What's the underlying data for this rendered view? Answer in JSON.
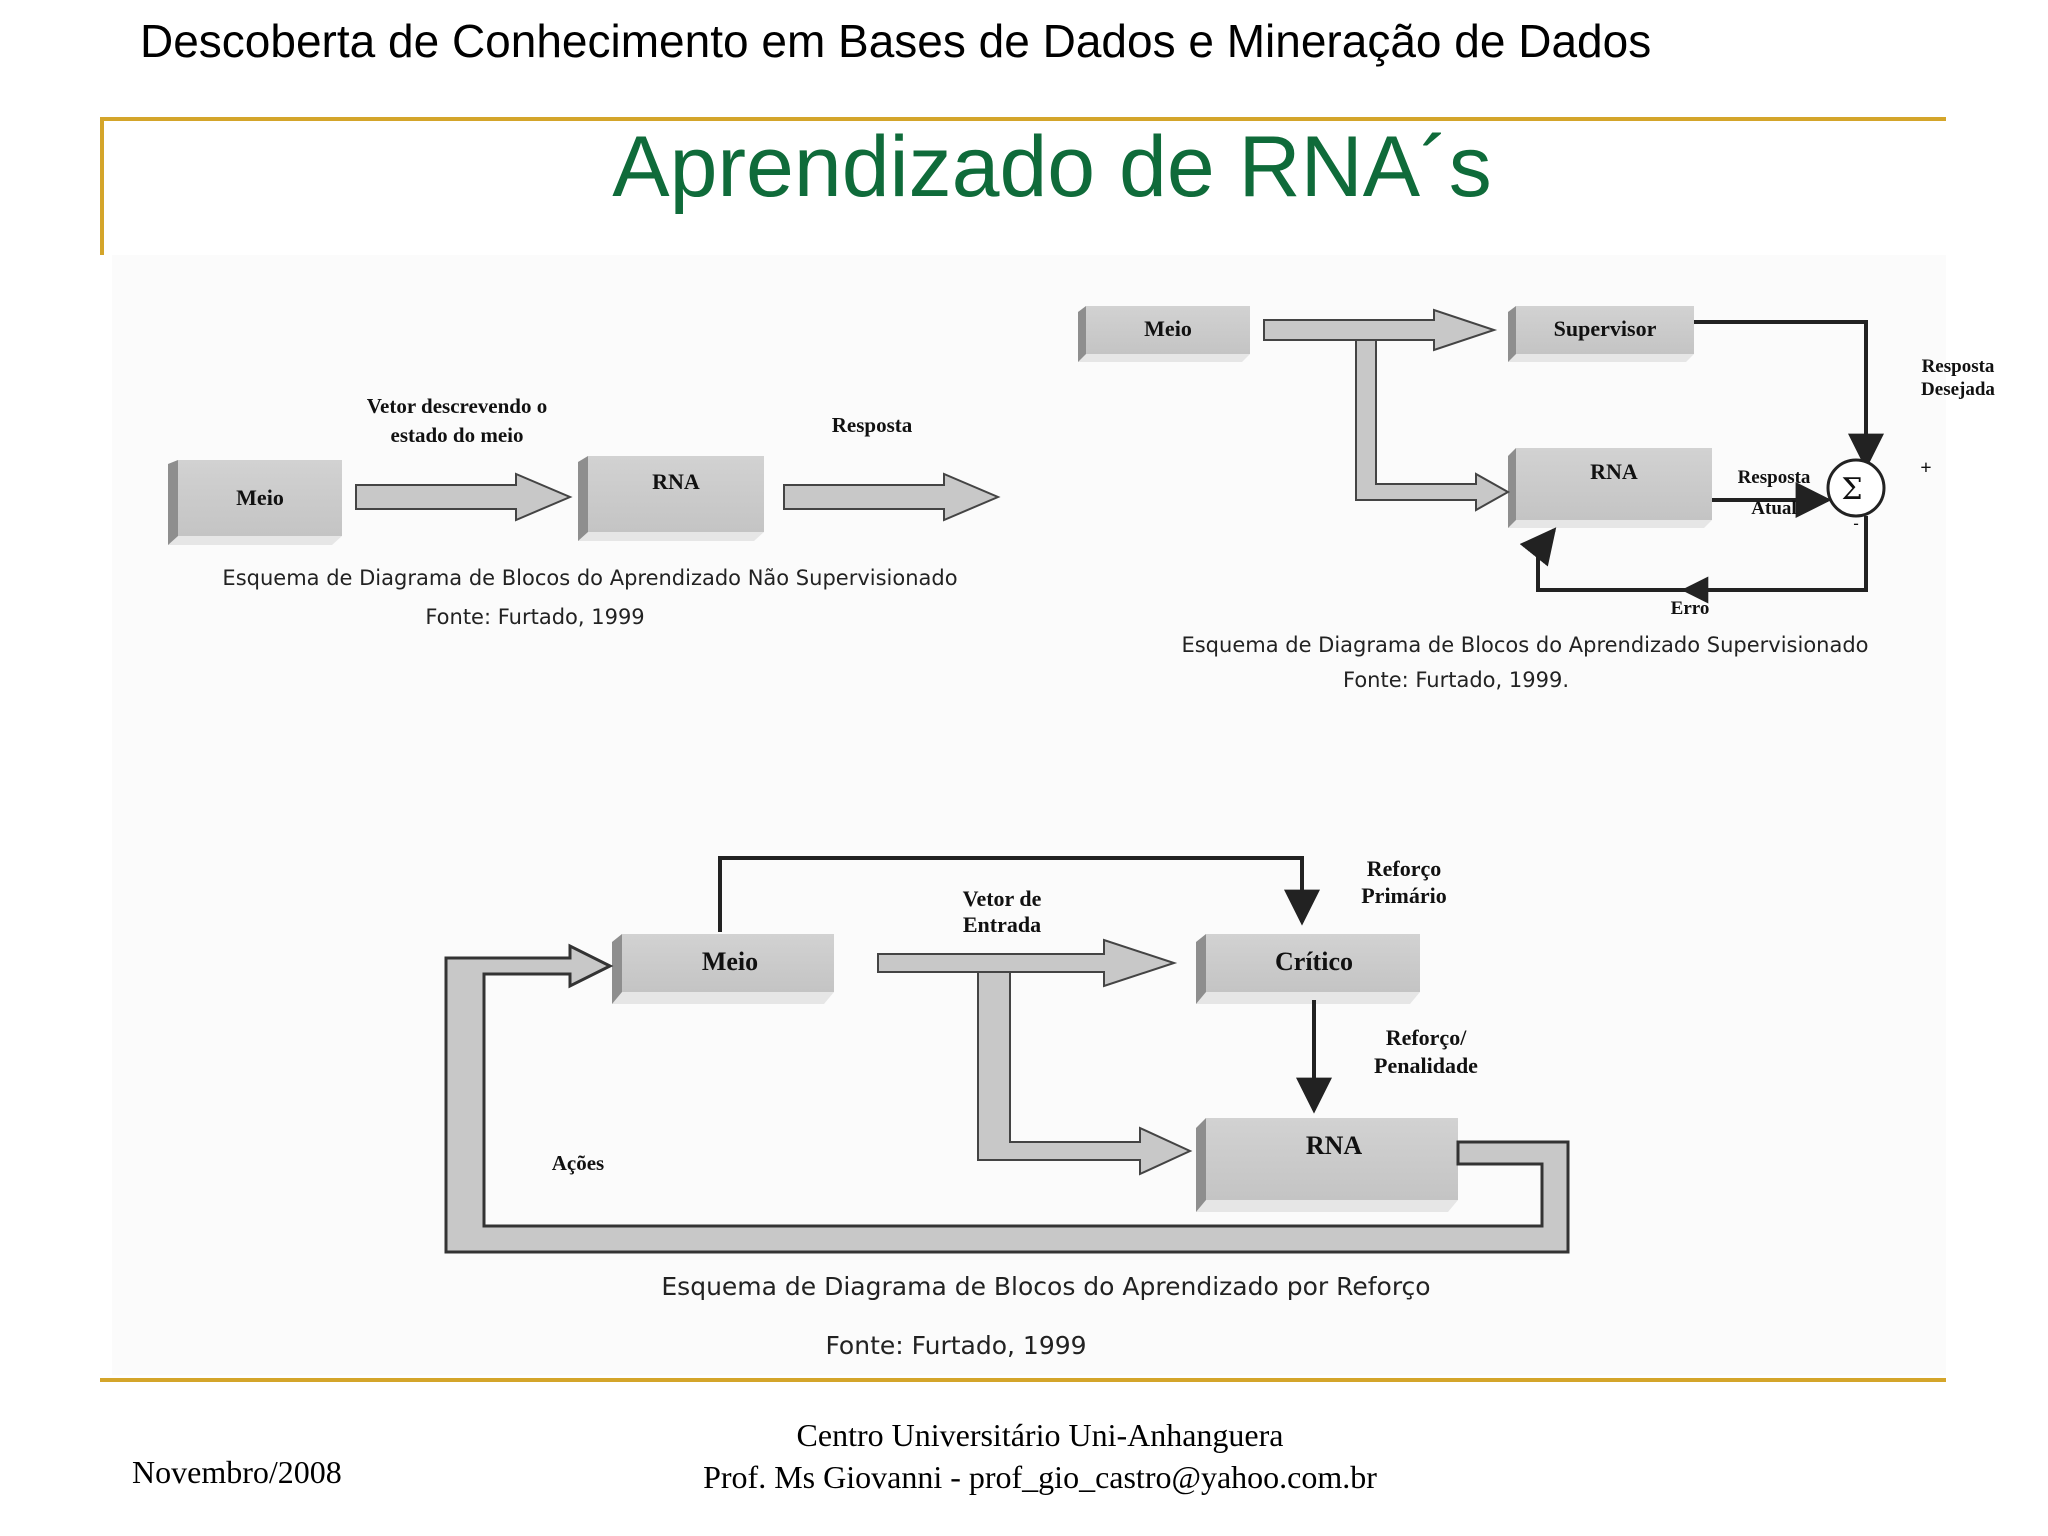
{
  "header": {
    "title": "Descoberta de Conhecimento em Bases de Dados e Mineração de Dados"
  },
  "slide": {
    "title": "Aprendizado de RNA´s"
  },
  "diagram_unsupervised": {
    "meio": "Meio",
    "rna": "RNA",
    "vetor_line1": "Vetor descrevendo o",
    "vetor_line2": "estado do meio",
    "resposta": "Resposta",
    "caption": "Esquema de Diagrama de Blocos do Aprendizado Não Supervisionado",
    "source": "Fonte: Furtado, 1999"
  },
  "diagram_supervised": {
    "meio": "Meio",
    "supervisor": "Supervisor",
    "rna": "RNA",
    "resposta_desejada_line1": "Resposta",
    "resposta_desejada_line2": "Desejada",
    "resposta_atual_line1": "Resposta",
    "resposta_atual_line2": "Atual",
    "sigma": "Σ",
    "plus": "+",
    "minus": "-",
    "erro": "Erro",
    "caption": "Esquema de Diagrama de Blocos do Aprendizado Supervisionado",
    "source": "Fonte: Furtado, 1999."
  },
  "diagram_reinforcement": {
    "meio": "Meio",
    "critico": "Crítico",
    "rna": "RNA",
    "vetor_line1": "Vetor de",
    "vetor_line2": "Entrada",
    "reforco_primario_line1": "Reforço",
    "reforco_primario_line2": "Primário",
    "reforco_penalidade_line1": "Reforço/",
    "reforco_penalidade_line2": "Penalidade",
    "acoes": "Ações",
    "caption": "Esquema de Diagrama de Blocos do Aprendizado por Reforço",
    "source": "Fonte: Furtado, 1999"
  },
  "footer": {
    "date": "Novembro/2008",
    "institution": "Centro Universitário Uni-Anhanguera",
    "professor": "Prof. Ms Giovanni - prof_gio_castro@yahoo.com.br"
  }
}
